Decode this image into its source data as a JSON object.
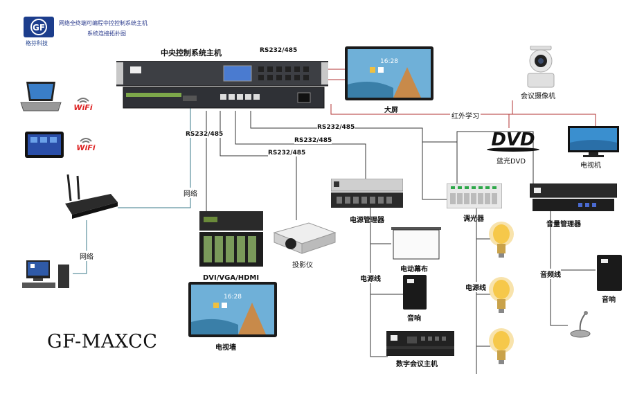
{
  "header": {
    "logo_mark": "GF",
    "company": "格芬科技",
    "title_line1": "网络全终端可编程中控控制系统主机",
    "title_line2": "系统连接拓扑图"
  },
  "brand": "GF-MAXCC",
  "nodes": {
    "central_host": "中央控制系统主机",
    "big_screen": "大屏",
    "big_screen_time": "16:28",
    "camera": "会议摄像机",
    "dvd": "蓝光DVD",
    "tv": "电视机",
    "power_manager": "电源管理器",
    "dimmer": "调光器",
    "audio_manager": "音量管理器",
    "projection_screen": "电动幕布",
    "speaker_left": "音响",
    "speaker_right": "音响",
    "digital_conference": "数字会议主机",
    "projector": "投影仪",
    "matrix": "DVI/VGA/HDMI",
    "video_wall": "电视墙",
    "video_wall_time": "16:28",
    "wifi_1": "WiFi",
    "wifi_2": "WiFi",
    "dvd_logo": "DVD"
  },
  "links": {
    "rs232_top": "RS232/485",
    "rs232_a": "RS232/485",
    "rs232_b": "RS232/485",
    "rs232_c": "RS232/485",
    "rs232_d": "RS232/485",
    "ir_learning": "红外学习",
    "network_1": "网络",
    "network_2": "网络",
    "power_line_1": "电源线",
    "power_line_2": "电源线",
    "audio_line": "音频线"
  },
  "colors": {
    "line_dark": "#333333",
    "line_teal": "#3a7a8a",
    "line_red": "#b03030"
  }
}
